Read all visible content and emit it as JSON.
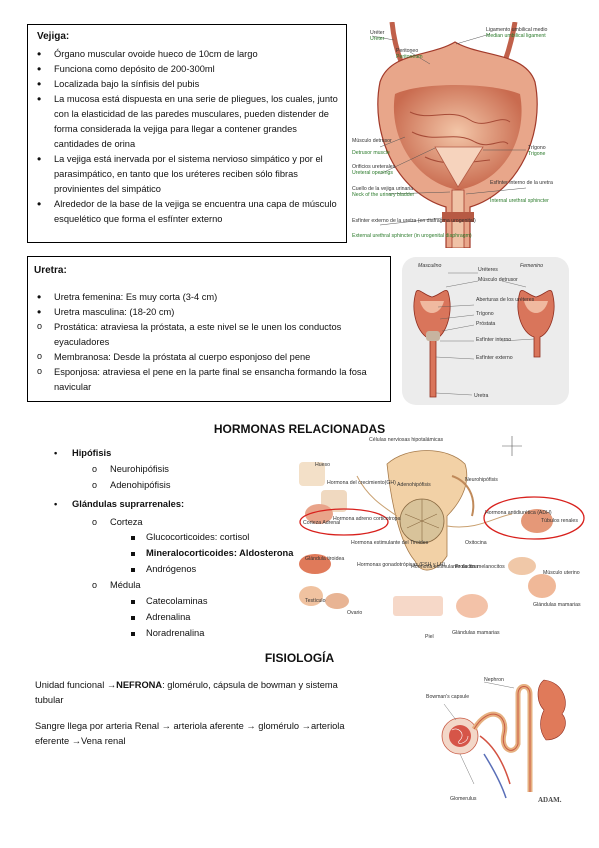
{
  "vejiga": {
    "title": "Vejiga:",
    "items": [
      "Órgano muscular ovoide hueco de 10cm de largo",
      "Funciona como depósito de 200-300ml",
      "Localizada bajo la sínfisis del pubis",
      "La mucosa está dispuesta en una serie de pliegues, los cuales, junto con la elasticidad de las paredes musculares, pueden distender de forma considerada la vejiga para llegar a contener grandes cantidades de orina",
      "La vejiga está inervada por el sistema nervioso simpático y por el parasimpático, en tanto que los uréteres reciben sólo fibras provinientes del simpático",
      "Alrededor de la base de la vejiga se encuentra una capa de músculo esquelético que forma el esfínter externo"
    ],
    "image_labels": {
      "ureter": "Uréter",
      "ureter_en": "Ureter",
      "peritoneo": "Peritoneo",
      "peritoneo_en": "Peritoneum",
      "ligamento": "Ligamento umbilical medio",
      "ligamento_en": "Median umbilical ligament",
      "musculo": "Músculo detrusor",
      "musculo_en": "Detrusor muscle",
      "orificios": "Orificios ureterales",
      "orificios_en": "Ureteral openings",
      "cuello": "Cuello de la vejiga urinaria",
      "cuello_en": "Neck of the urinary bladder",
      "trigono": "Trígono",
      "trigono_en": "Trigone",
      "esfinter_int": "Esfínter interno de la uretra",
      "esfinter_int_en": "Internal urethral sphincter",
      "esfinter_ext": "Esfínter externo de la uretra (en diafragma urogenital)",
      "esfinter_ext_en": "External urethral sphincter (in urogenital diaphragm)"
    }
  },
  "uretra": {
    "title": "Uretra:",
    "items": [
      {
        "type": "dot",
        "text": "Uretra femenina: Es muy corta (3-4 cm)"
      },
      {
        "type": "dot",
        "text": "Uretra masculina: (18-20 cm)"
      },
      {
        "type": "circ",
        "text": "Prostática: atraviesa la próstata, a este nivel se le unen los conductos eyaculadores"
      },
      {
        "type": "circ",
        "text": "Membranosa: Desde la próstata al cuerpo esponjoso del pene"
      },
      {
        "type": "circ",
        "text": "Esponjosa: atraviesa el pene en la parte final se ensancha formando la fosa navicular"
      }
    ],
    "image_labels": {
      "masculino": "Masculino",
      "femenino": "Femenino",
      "ureteres": "Uréteres",
      "musculo": "Músculo detrusor",
      "aberturas": "Aberturas de los uréteres",
      "trigono": "Trígono",
      "prostata": "Próstata",
      "esf_int": "Esfínter interno",
      "esf_ext": "Esfínter externo",
      "uretra": "Uretra"
    }
  },
  "hormonas": {
    "heading": "HORMONAS RELACIONADAS",
    "hipofisis": "Hipófisis",
    "neuro": "Neurohipófisis",
    "adeno": "Adenohipófisis",
    "glandulas": "Glándulas suprarrenales:",
    "corteza": "Corteza",
    "gluco": "Glucocorticoides: cortisol",
    "mineralo": "Mineralocorticoides: Aldosterona",
    "andro": "Andrógenos",
    "medula": "Médula",
    "cateco": "Catecolaminas",
    "adrenalina": "Adrenalina",
    "noradrenalina": "Noradrenalina",
    "image_labels": {
      "celulas": "Células nerviosas hipotalámicas",
      "hueso": "Hueso",
      "gh": "Hormona del crecimiento(GH)",
      "adeno": "Adenohipófisis",
      "neuro": "Neurohipófisis",
      "corteza": "Corteza Adrenal",
      "acth": "Hormona adreno corticotropa",
      "adh": "Hormona antidiurética (ADH)",
      "tubulos": "Túbulos renales",
      "tiroides": "Hormona estimulante del Tiroides",
      "oxitocina": "Oxitocina",
      "glandula_tir": "Glándula tiroidea",
      "gonado": "Hormonas gonadotrópicas (FSH y LH)",
      "melano": "Hormona estimulante de los melanocitos",
      "prolactina": "Prolactina",
      "musculo_ut": "Músculo uterino",
      "testiculo": "Testículo",
      "ovario": "Ovario",
      "piel": "Piel",
      "glandulas_mam": "Glándulas mamarias",
      "glandulas_mam2": "Glándulas mamarias"
    }
  },
  "fisiologia": {
    "heading": "FISIOLOGÍA",
    "p1_a": "Unidad funcional →",
    "p1_b": "NEFRONA",
    "p1_c": ": glomérulo, cápsula de bowman y sistema",
    "p1_d": "tubular",
    "p2_a": "Sangre llega por arteria Renal →  arteriola aferente → glomérulo →arteriola",
    "p2_b": "eferente →Vena renal",
    "image_labels": {
      "nephron": "Nephron",
      "bowman": "Bowman's capsule",
      "glomerulus": "Glomerulus",
      "adam": "ADAM."
    }
  },
  "colors": {
    "annotation_red": "#d8211d",
    "label_green": "#2a7a2a",
    "tissue_pink": "#e49a86",
    "tissue_dark": "#a23a2a"
  }
}
